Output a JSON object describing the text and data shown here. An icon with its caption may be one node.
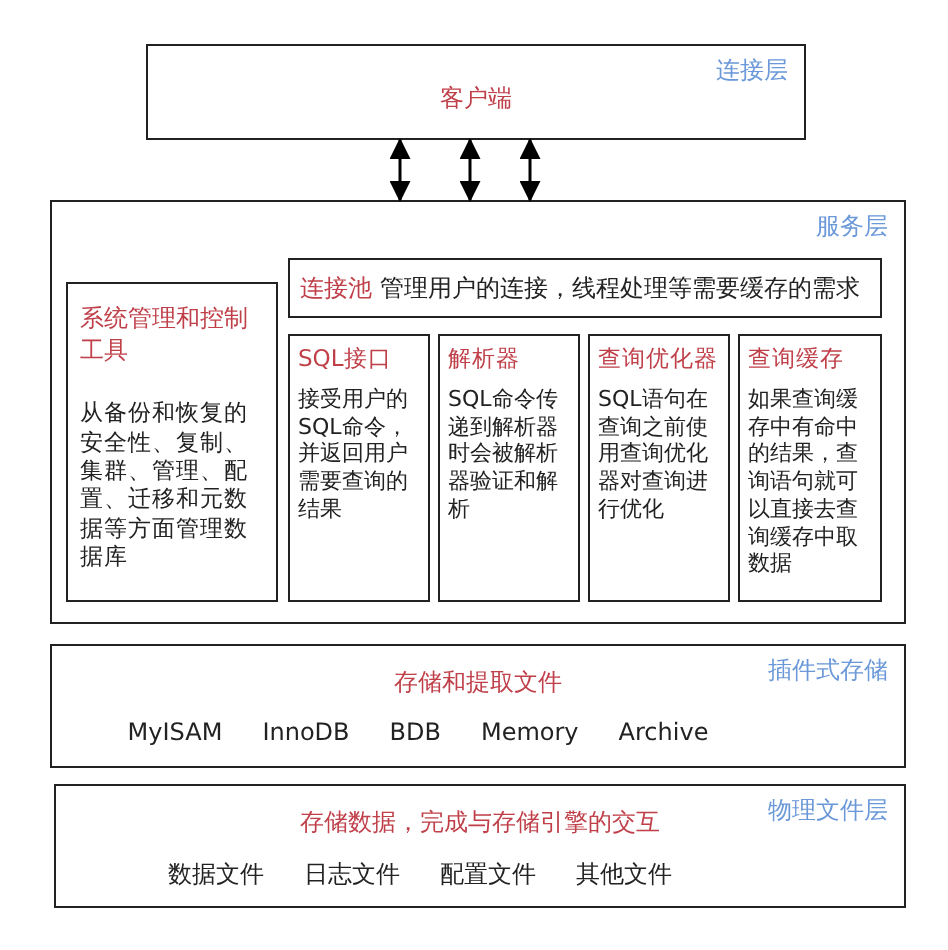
{
  "diagram": {
    "nodes": [
      {
        "text": [
          "连接层",
          "客户端"
        ]
      },
      {
        "text": [
          "服务层"
        ]
      },
      {
        "text": [
          "系统管理和控制工具",
          "从备份和恢复的安全性、复制、集群、管理、配置、迁移和元数据等方面管理数据库"
        ],
        "in": 1
      },
      {
        "text": [
          "连接池",
          "管理用户的连接，线程处理等需要缓存的需求"
        ],
        "in": 1
      },
      {
        "text": [
          "SQL接口",
          "接受用户的SQL命令，并返回用户需要查询的结果"
        ],
        "in": 1
      },
      {
        "text": [
          "解析器",
          "SQL命令传递到解析器时会被解析器验证和解析"
        ],
        "in": 1
      },
      {
        "text": [
          "查询优化器",
          "SQL语句在查询之前使用查询优化器对查询进行优化"
        ],
        "in": 1
      },
      {
        "text": [
          "查询缓存",
          "如果查询缓存中有命中的结果，查询语句就可以直接去查询缓存中取数据"
        ],
        "in": 1
      },
      {
        "text": [
          "插件式存储",
          "存储和提取文件",
          "MyISAM",
          "InnoDB",
          "BDB",
          "Memory",
          "Archive"
        ]
      },
      {
        "text": [
          "物理文件层",
          "存储数据，完成与存储引擎的交互",
          "数据文件",
          "日志文件",
          "配置文件",
          "其他文件"
        ]
      }
    ],
    "edges": [
      {
        "from": 0,
        "to": 1,
        "arrow": "both"
      },
      {
        "from": 0,
        "to": 1,
        "arrow": "both"
      },
      {
        "from": 0,
        "to": 1,
        "arrow": "both"
      }
    ]
  }
}
